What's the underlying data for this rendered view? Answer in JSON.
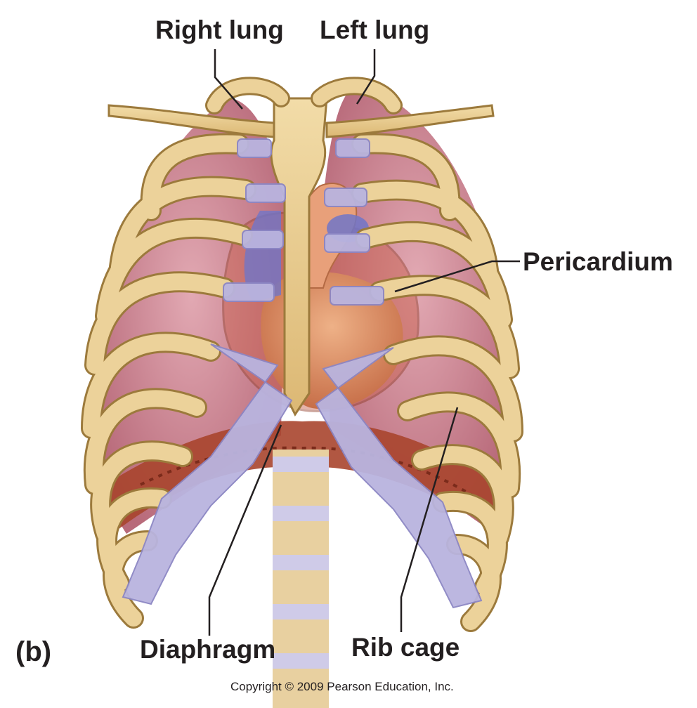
{
  "panel_label": "(b)",
  "labels": {
    "right_lung": "Right lung",
    "left_lung": "Left lung",
    "pericardium": "Pericardium",
    "diaphragm": "Diaphragm",
    "rib_cage": "Rib cage"
  },
  "copyright": "Copyright © 2009 Pearson Education, Inc.",
  "colors": {
    "bone": "#e8c98a",
    "bone_outline": "#9c7a3c",
    "cartilage": "#b9b4df",
    "lung": "#cf8a98",
    "heart": "#d9855e",
    "pericardium": "#c65a45",
    "diaphragm": "#a8452e",
    "leader_line": "#231f20"
  }
}
